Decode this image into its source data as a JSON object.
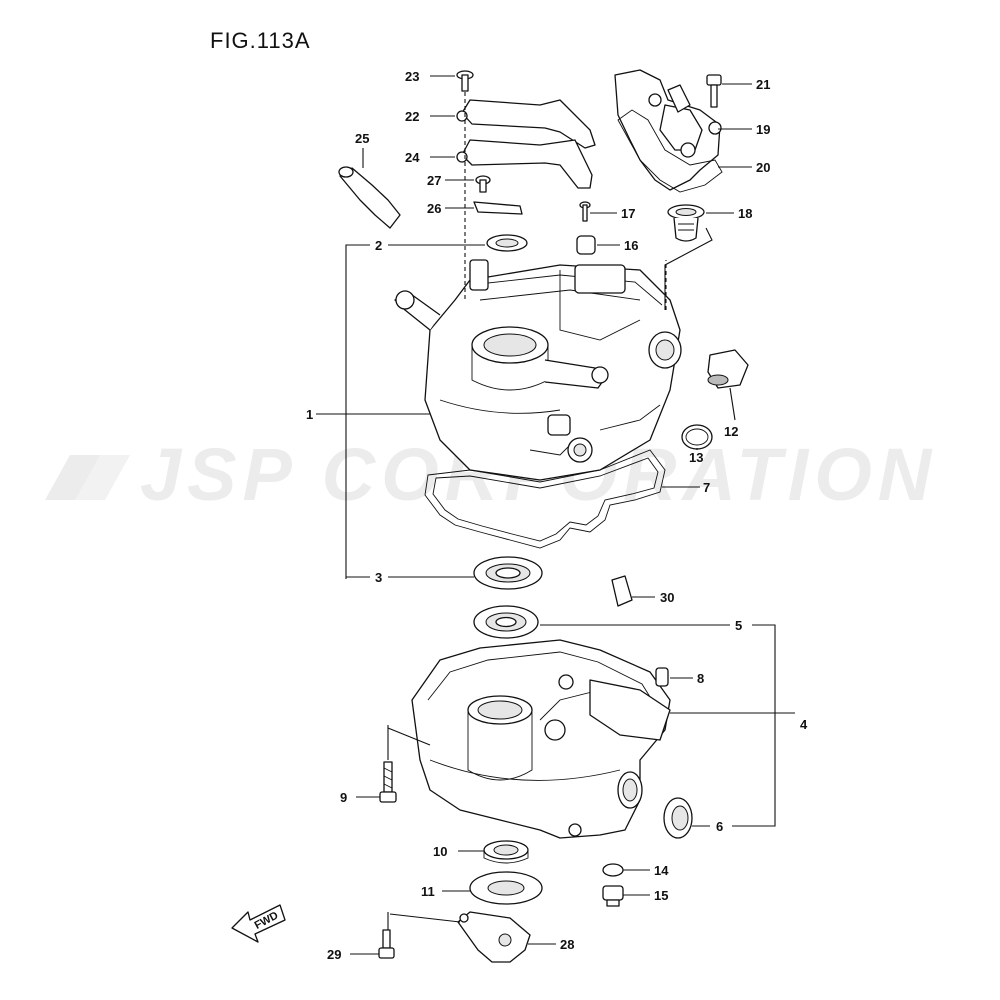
{
  "figure": {
    "title": "FIG.113A",
    "watermark": "JSP CORPORATION",
    "fwd_label": "FWD"
  },
  "callouts": [
    {
      "id": "23",
      "label": "23"
    },
    {
      "id": "22",
      "label": "22"
    },
    {
      "id": "24",
      "label": "24"
    },
    {
      "id": "25",
      "label": "25"
    },
    {
      "id": "27",
      "label": "27"
    },
    {
      "id": "26",
      "label": "26"
    },
    {
      "id": "2",
      "label": "2"
    },
    {
      "id": "1",
      "label": "1"
    },
    {
      "id": "3",
      "label": "3"
    },
    {
      "id": "21",
      "label": "21"
    },
    {
      "id": "19",
      "label": "19"
    },
    {
      "id": "20",
      "label": "20"
    },
    {
      "id": "17",
      "label": "17"
    },
    {
      "id": "18",
      "label": "18"
    },
    {
      "id": "16",
      "label": "16"
    },
    {
      "id": "12",
      "label": "12"
    },
    {
      "id": "13",
      "label": "13"
    },
    {
      "id": "7",
      "label": "7"
    },
    {
      "id": "30",
      "label": "30"
    },
    {
      "id": "5",
      "label": "5"
    },
    {
      "id": "8",
      "label": "8"
    },
    {
      "id": "4",
      "label": "4"
    },
    {
      "id": "9",
      "label": "9"
    },
    {
      "id": "6",
      "label": "6"
    },
    {
      "id": "10",
      "label": "10"
    },
    {
      "id": "14",
      "label": "14"
    },
    {
      "id": "11",
      "label": "11"
    },
    {
      "id": "15",
      "label": "15"
    },
    {
      "id": "29",
      "label": "29"
    },
    {
      "id": "28",
      "label": "28"
    }
  ]
}
